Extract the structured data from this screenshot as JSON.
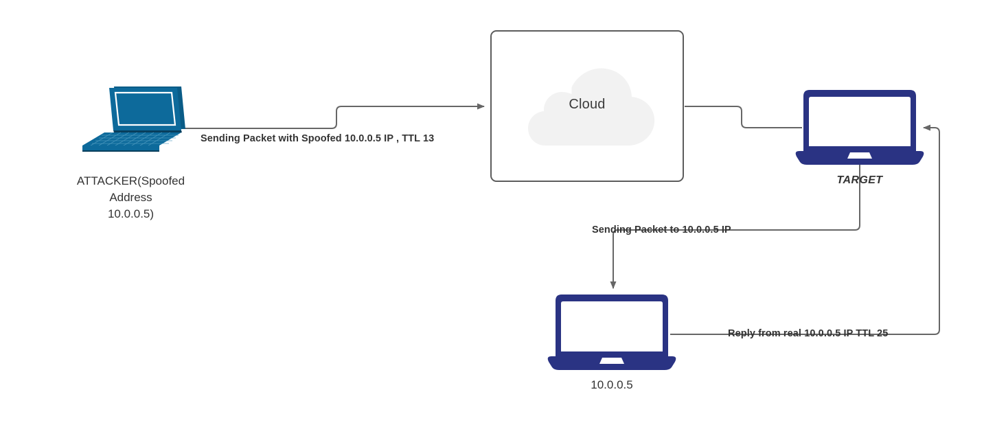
{
  "diagram": {
    "title": "IP spoofing TTL analysis network diagram",
    "colors": {
      "wire": "#666666",
      "text": "#333333",
      "cloud_fill": "#F2F2F2",
      "cloud_border": "#5C5C5C",
      "laptop_navy": "#2A3383",
      "laptop_teal": "#0D6A9B"
    }
  },
  "nodes": {
    "attacker": {
      "icon": "isometric-laptop-icon",
      "caption_line1": "ATTACKER(Spoofed",
      "caption_line2": "Address",
      "caption_line3": "10.0.0.5)",
      "caption_full": "ATTACKER(Spoofed Address 10.0.0.5)"
    },
    "cloud": {
      "icon": "cloud-icon",
      "label": "Cloud"
    },
    "target": {
      "icon": "laptop-icon",
      "caption": "TARGET"
    },
    "victim": {
      "icon": "laptop-icon",
      "caption": "10.0.0.5"
    }
  },
  "edges": [
    {
      "id": "attacker-to-cloud",
      "label": "Sending Packet with Spoofed 10.0.0.5 IP , TTL 13",
      "from": "attacker",
      "to": "cloud",
      "arrow": "end"
    },
    {
      "id": "cloud-to-target",
      "label": "",
      "from": "cloud",
      "to": "target",
      "arrow": "none"
    },
    {
      "id": "target-to-victim",
      "label": "Sending Packet to 10.0.0.5 IP",
      "from": "target",
      "to": "victim",
      "arrow": "end"
    },
    {
      "id": "victim-to-target",
      "label": "Reply from real 10.0.0.5 IP TTL 25",
      "from": "victim",
      "to": "target",
      "arrow": "end"
    }
  ]
}
